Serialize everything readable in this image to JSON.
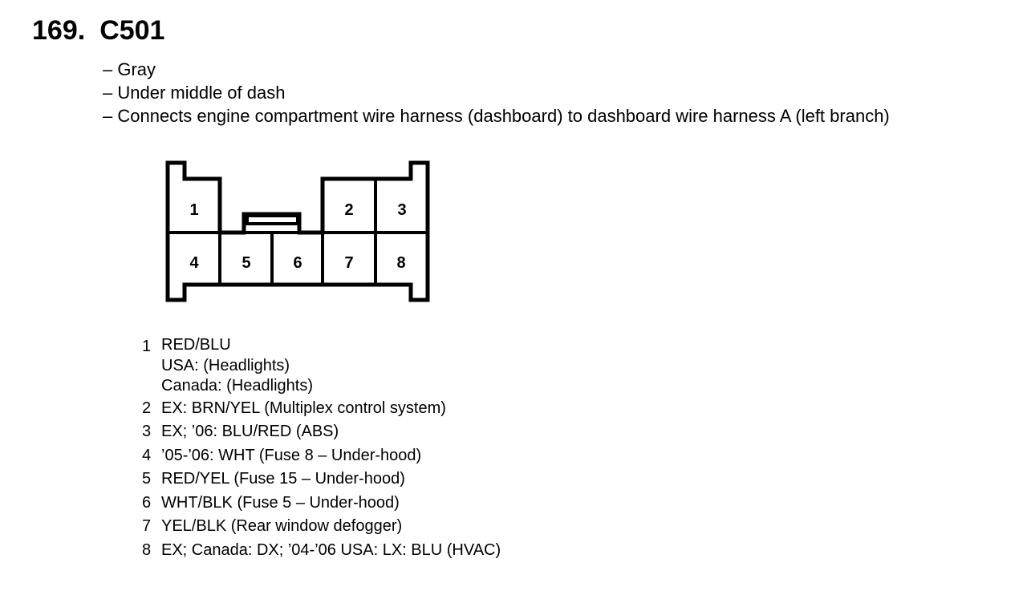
{
  "heading": {
    "number": "169.",
    "code": "C501"
  },
  "description": [
    "– Gray",
    "– Under middle of dash",
    "– Connects engine compartment wire harness (dashboard) to dashboard wire harness A (left branch)"
  ],
  "connector": {
    "cavity_labels": [
      "1",
      "2",
      "3",
      "4",
      "5",
      "6",
      "7",
      "8"
    ]
  },
  "pins": [
    {
      "num": "1",
      "lines": [
        "RED/BLU",
        "USA: (Headlights)",
        "Canada: (Headlights)"
      ]
    },
    {
      "num": "2",
      "lines": [
        "EX: BRN/YEL (Multiplex control system)"
      ]
    },
    {
      "num": "3",
      "lines": [
        "EX; ’06: BLU/RED (ABS)"
      ]
    },
    {
      "num": "4",
      "lines": [
        "’05-’06: WHT (Fuse 8 – Under-hood)"
      ]
    },
    {
      "num": "5",
      "lines": [
        "RED/YEL (Fuse 15 – Under-hood)"
      ]
    },
    {
      "num": "6",
      "lines": [
        "WHT/BLK (Fuse 5 – Under-hood)"
      ]
    },
    {
      "num": "7",
      "lines": [
        "YEL/BLK (Rear window defogger)"
      ]
    },
    {
      "num": "8",
      "lines": [
        "EX; Canada: DX; ’04-’06 USA: LX: BLU (HVAC)"
      ]
    }
  ]
}
